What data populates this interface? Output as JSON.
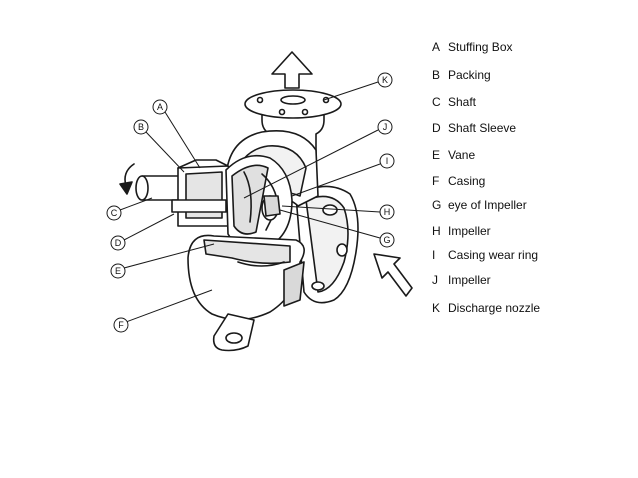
{
  "legend": [
    {
      "letter": "A",
      "label": "Stuffing Box"
    },
    {
      "letter": "B",
      "label": "Packing"
    },
    {
      "letter": "C",
      "label": "Shaft"
    },
    {
      "letter": "D",
      "label": "Shaft Sleeve"
    },
    {
      "letter": "E",
      "label": "Vane"
    },
    {
      "letter": "F",
      "label": "Casing"
    },
    {
      "letter": "G",
      "label": "eye of Impeller"
    },
    {
      "letter": "H",
      "label": "Impeller"
    },
    {
      "letter": "I",
      "label": "Casing wear ring"
    },
    {
      "letter": "J",
      "label": "Impeller"
    },
    {
      "letter": "K",
      "label": "Discharge nozzle"
    }
  ],
  "callouts": {
    "A": "A",
    "B": "B",
    "C": "C",
    "D": "D",
    "E": "E",
    "F": "F",
    "G": "G",
    "H": "H",
    "I": "I",
    "J": "J",
    "K": "K"
  },
  "colors": {
    "line": "#1a1a1a",
    "fill": "#ffffff",
    "shade": "#d9d9d9"
  }
}
